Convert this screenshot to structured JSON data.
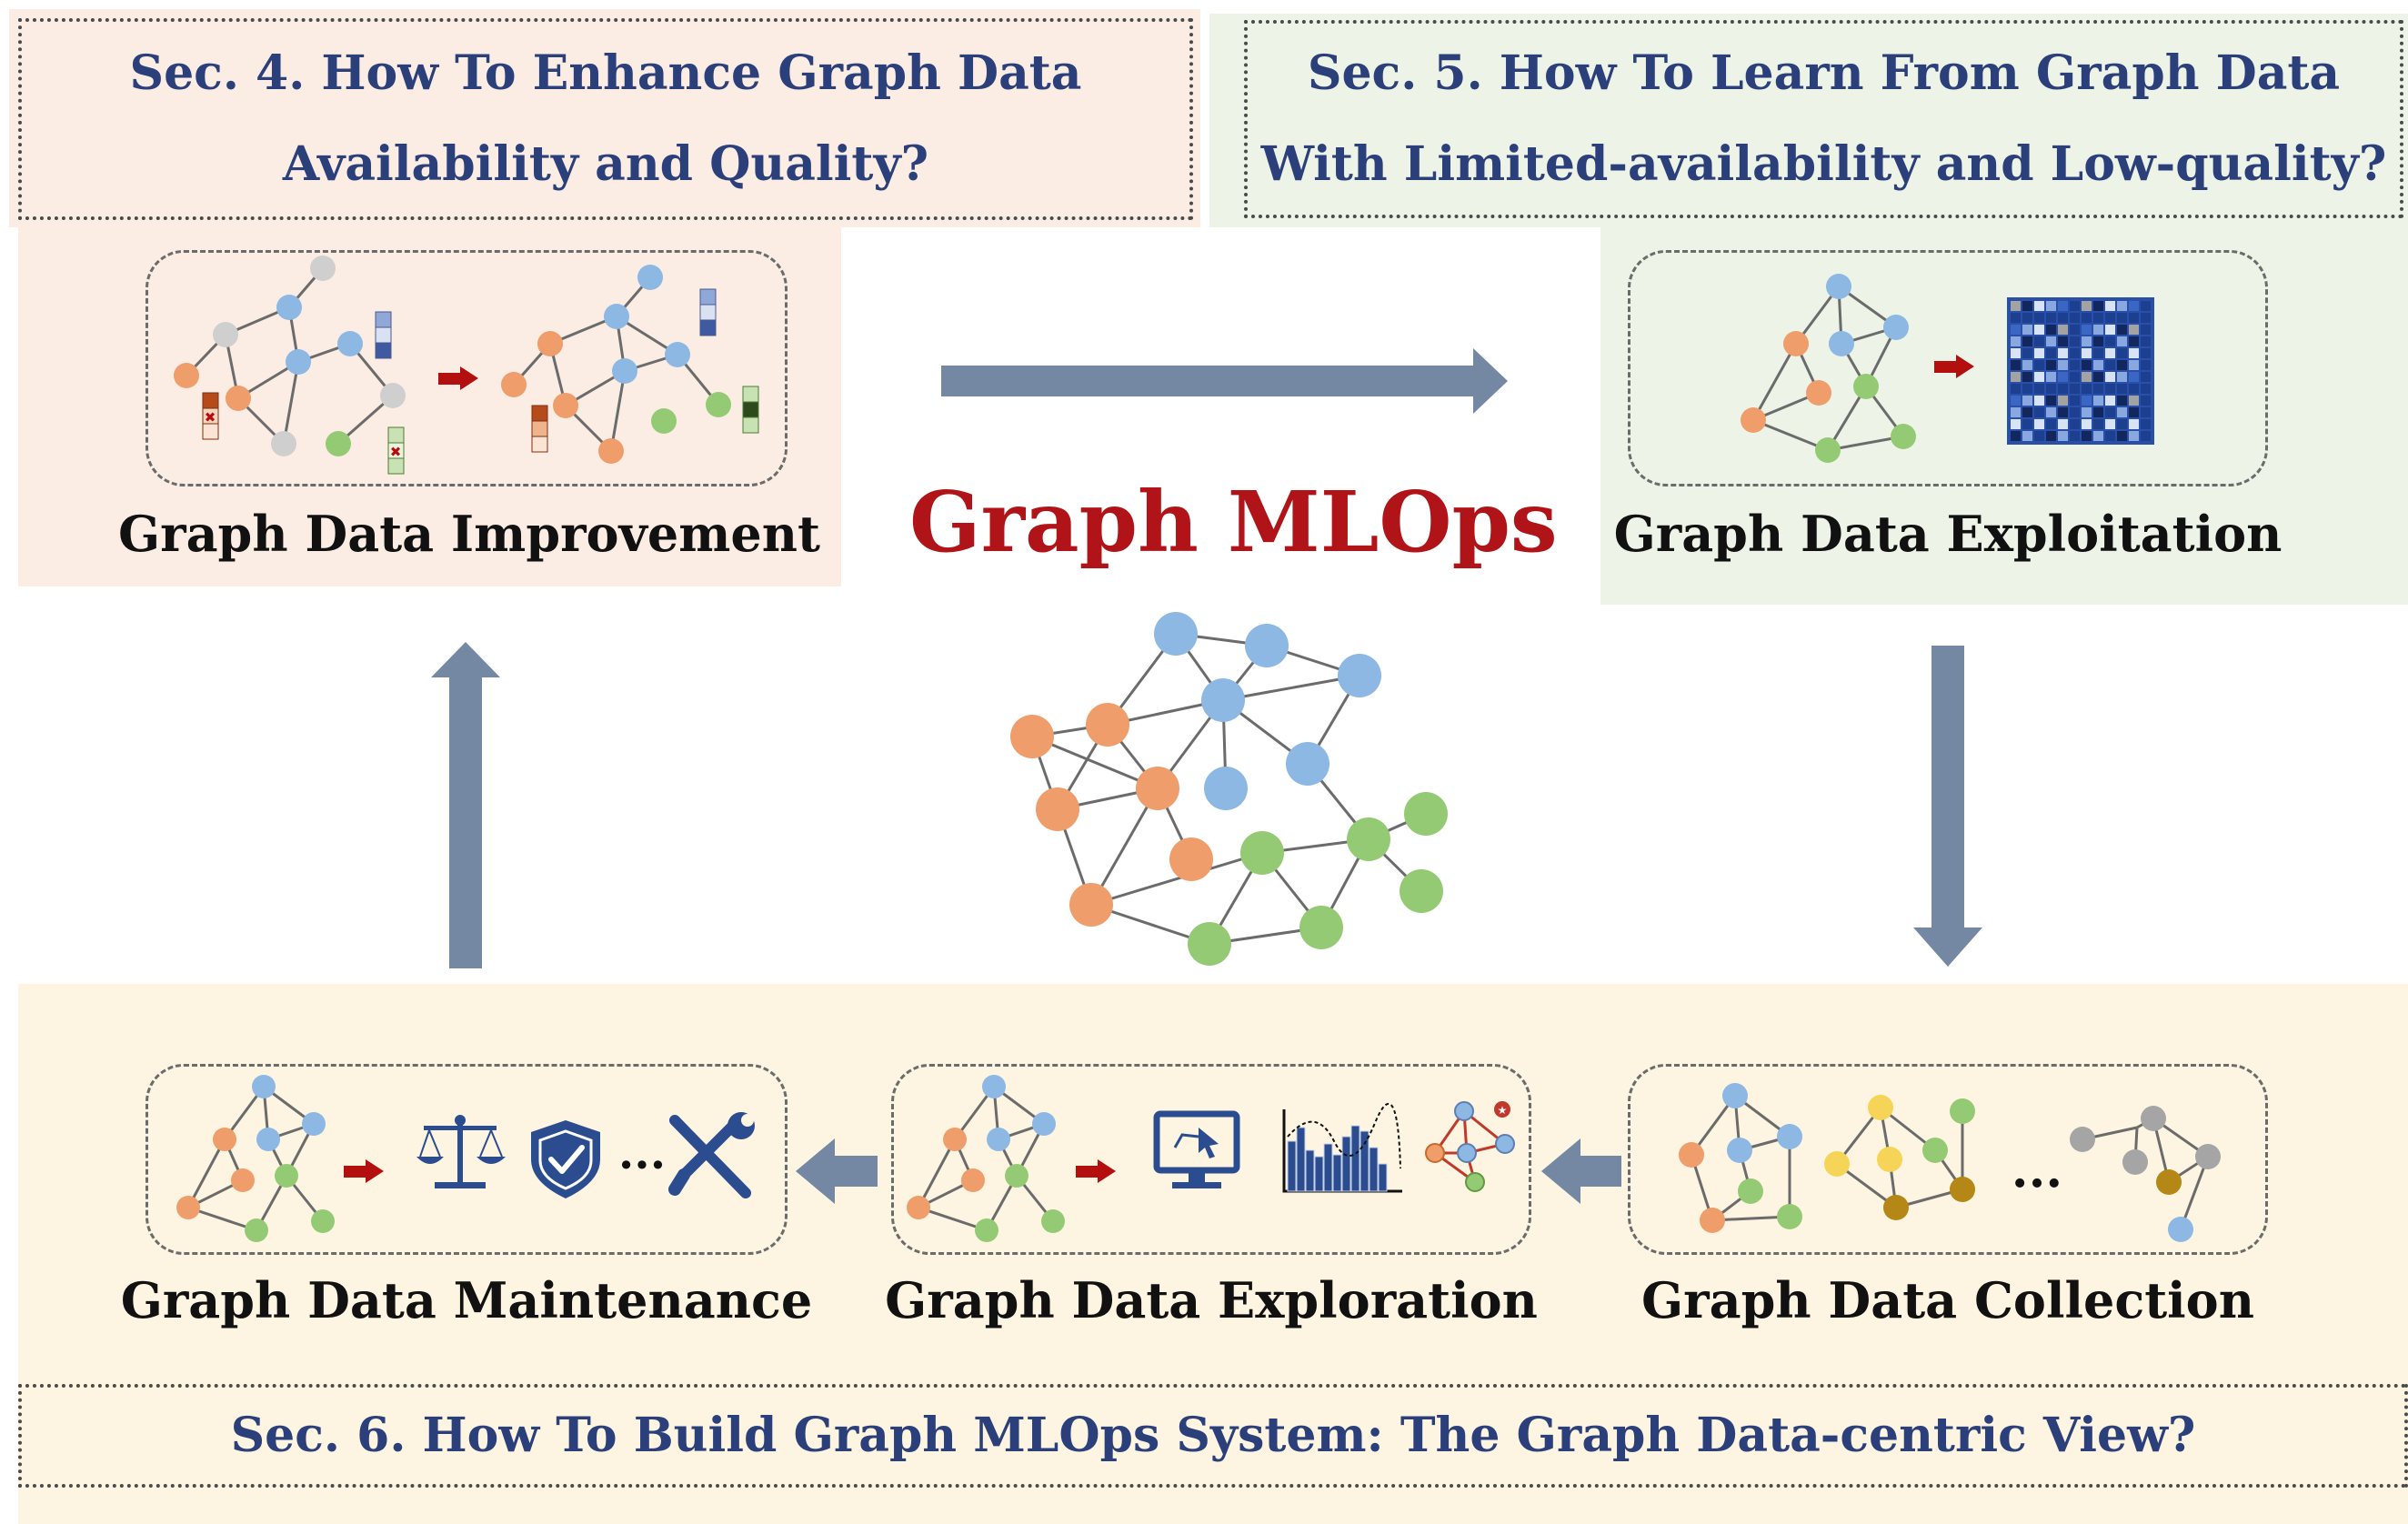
{
  "title": "Graph MLOps",
  "questions": {
    "sec4": {
      "line1": "Sec. 4. How To Enhance Graph Data",
      "line2": "Availability and Quality?"
    },
    "sec5": {
      "line1": "Sec. 5. How To Learn From Graph Data",
      "line2": "With Limited-availability and Low-quality?"
    },
    "sec6": {
      "line1": "Sec. 6. How To Build Graph MLOps System: The Graph Data-centric View?"
    }
  },
  "stages": {
    "improvement": "Graph Data Improvement",
    "exploitation": "Graph Data Exploitation",
    "collection": "Graph Data Collection",
    "exploration": "Graph Data Exploration",
    "maintenance": "Graph Data Maintenance"
  },
  "ellipsis": "...",
  "colors": {
    "blue_node": "#8cb8e3",
    "orange_node": "#ee9d6b",
    "green_node": "#95ca75",
    "gray_node": "#cfcfcf",
    "yellow_node": "#f6d457",
    "olive_node": "#b48716",
    "flow_arrow": "#7487a3",
    "red_arrow": "#b40f0f",
    "question_text": "#2b3f7a",
    "title": "#b01419",
    "bg_peach": "#fbede4",
    "bg_green": "#edf4e7",
    "bg_yellow": "#fdf5e1"
  },
  "icons": [
    "scale-icon",
    "shield-check-icon",
    "tools-icon",
    "monitor-cursor-icon",
    "bar-chart-icon",
    "graph-anomaly-icon",
    "heatmap-matrix-icon"
  ]
}
